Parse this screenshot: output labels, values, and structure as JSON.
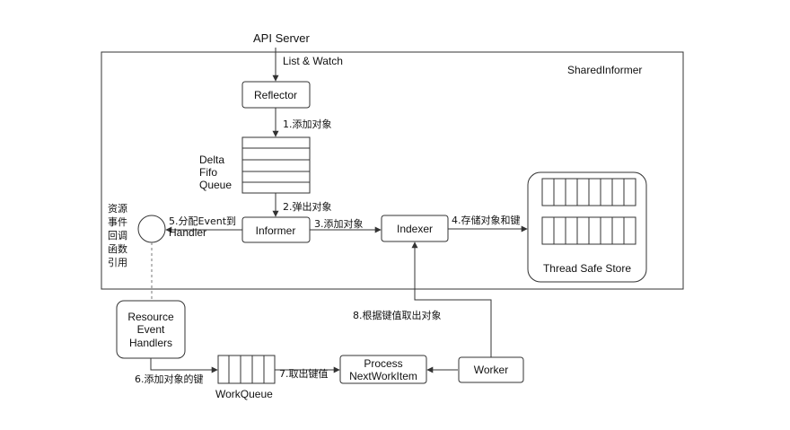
{
  "labels": {
    "api_server": "API Server",
    "list_watch": "List & Watch",
    "shared_informer": "SharedInformer",
    "reflector": "Reflector",
    "step1": "1.添加对象",
    "delta_line1": "Delta",
    "delta_line2": "Fifo",
    "delta_line3": "Queue",
    "step2": "2.弹出对象",
    "informer": "Informer",
    "step3": "3.添加对象",
    "indexer": "Indexer",
    "step4": "4.存储对象和键",
    "thread_safe_store": "Thread Safe Store",
    "step5_line1": "5.分配Event到",
    "step5_line2": "Handler",
    "callback_line1": "资源",
    "callback_line2": "事件",
    "callback_line3": "回调",
    "callback_line4": "函数",
    "callback_line5": "引用",
    "reh_line1": "Resource",
    "reh_line2": "Event",
    "reh_line3": "Handlers",
    "step6": "6.添加对象的键",
    "workqueue": "WorkQueue",
    "step7": "7.取出键值",
    "process_line1": "Process",
    "process_line2": "NextWorkItem",
    "worker": "Worker",
    "step8": "8.根据键值取出对象"
  },
  "colors": {
    "stroke": "#333333",
    "text": "#111111",
    "dashed": "#777777"
  }
}
